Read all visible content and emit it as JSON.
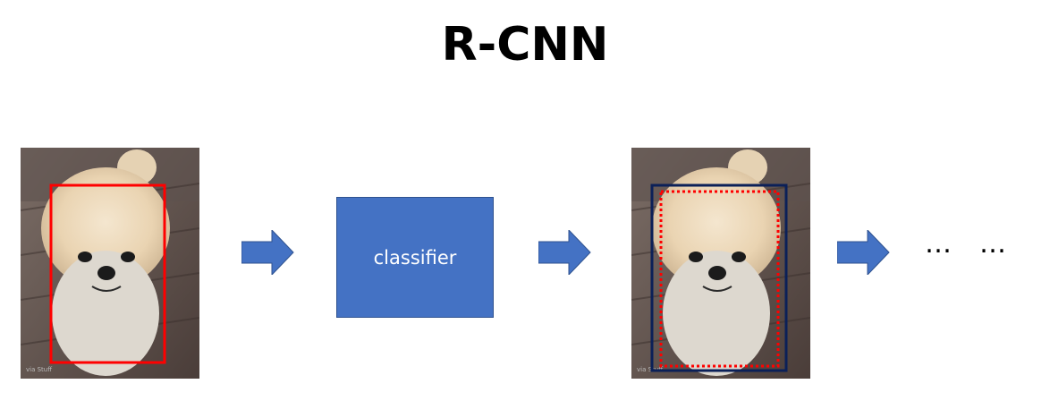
{
  "title": "R-CNN",
  "classifier": {
    "label": "classifier"
  },
  "ellipsis": [
    "…",
    "…"
  ],
  "watermark": "via Stuff",
  "icons": {
    "arrow": "right-block-arrow",
    "input_image": "pomeranian-dog-photo",
    "output_image": "pomeranian-dog-photo"
  },
  "colors": {
    "arrow_fill": "#4472c4",
    "classifier_fill": "#4472c4",
    "proposal_box": "#ff0000",
    "refined_box": "#0b2058"
  }
}
